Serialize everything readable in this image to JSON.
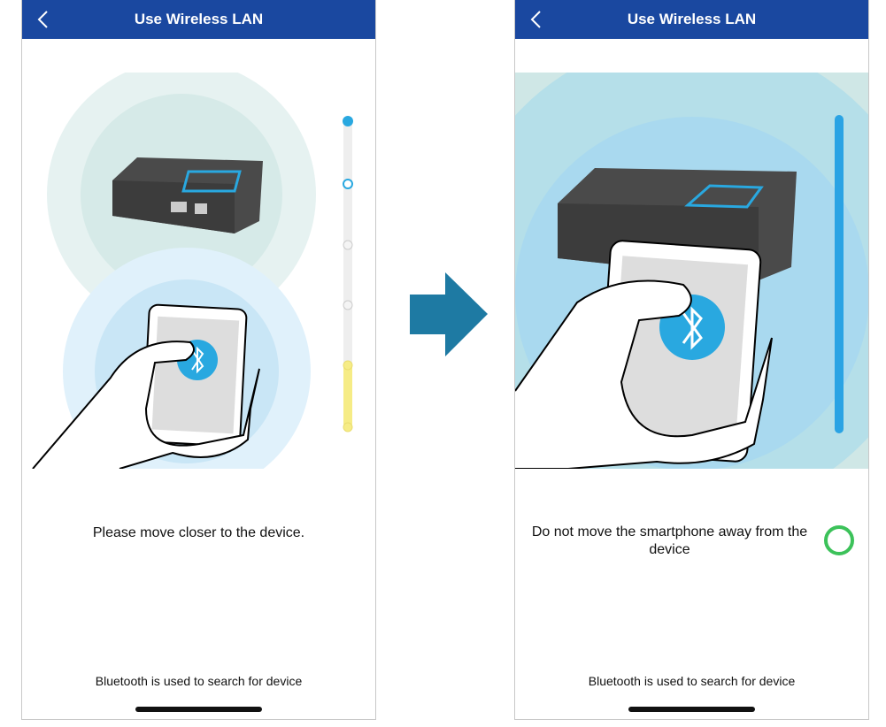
{
  "left": {
    "title": "Use Wireless LAN",
    "message": "Please move closer to the device.",
    "footer": "Bluetooth is used to search for device",
    "signal_level": 1,
    "signal_steps": 5
  },
  "right": {
    "title": "Use Wireless LAN",
    "message": "Do not move the smartphone away from the device",
    "footer": "Bluetooth is used to search for device",
    "status": "connected"
  },
  "colors": {
    "header": "#1a48a0",
    "arrow": "#1e7aa3",
    "bluetooth": "#29a8e0",
    "ok": "#3cc25a",
    "meter_yellow": "#f6ec86"
  }
}
